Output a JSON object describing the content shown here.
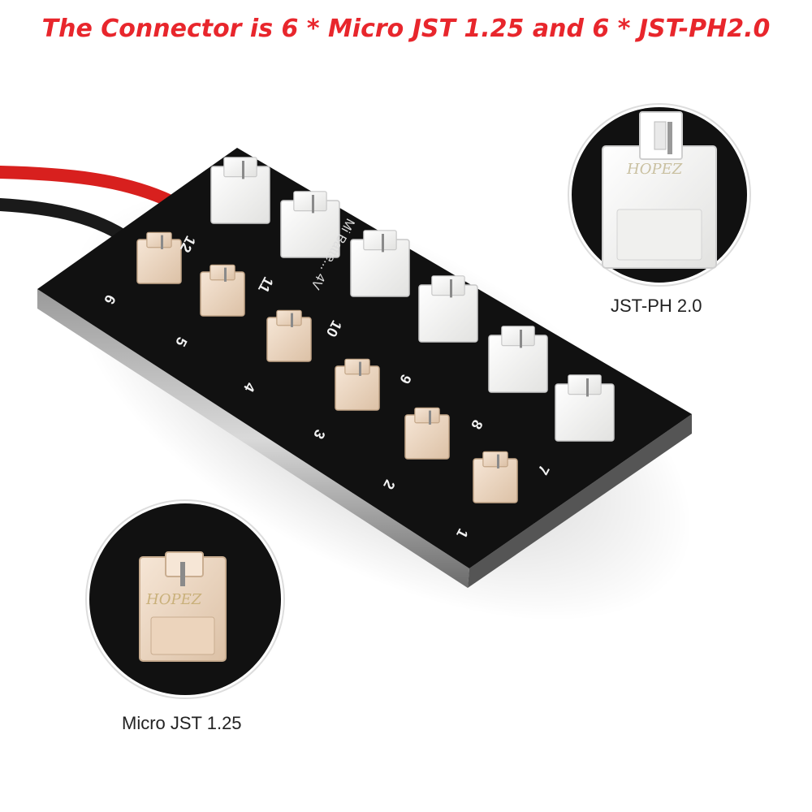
{
  "headline": "The Connector is 6 * Micro JST 1.25 and 6 * JST-PH2.0",
  "board": {
    "micro_labels": [
      "1",
      "2",
      "3",
      "4",
      "5",
      "6"
    ],
    "ph_labels": [
      "7",
      "8",
      "9",
      "10",
      "11",
      "12"
    ],
    "printed_text": "Mi Batte... 4V"
  },
  "callouts": {
    "ph_label": "JST-PH 2.0",
    "micro_label": "Micro JST 1.25",
    "watermark": "HOPEZ"
  },
  "colors": {
    "headline": "#e8262c",
    "board": "#111111",
    "ph_connector": "#f4f4f2",
    "micro_connector": "#efd9c4",
    "wire_red": "#d8201e",
    "wire_black": "#1a1a1a"
  }
}
